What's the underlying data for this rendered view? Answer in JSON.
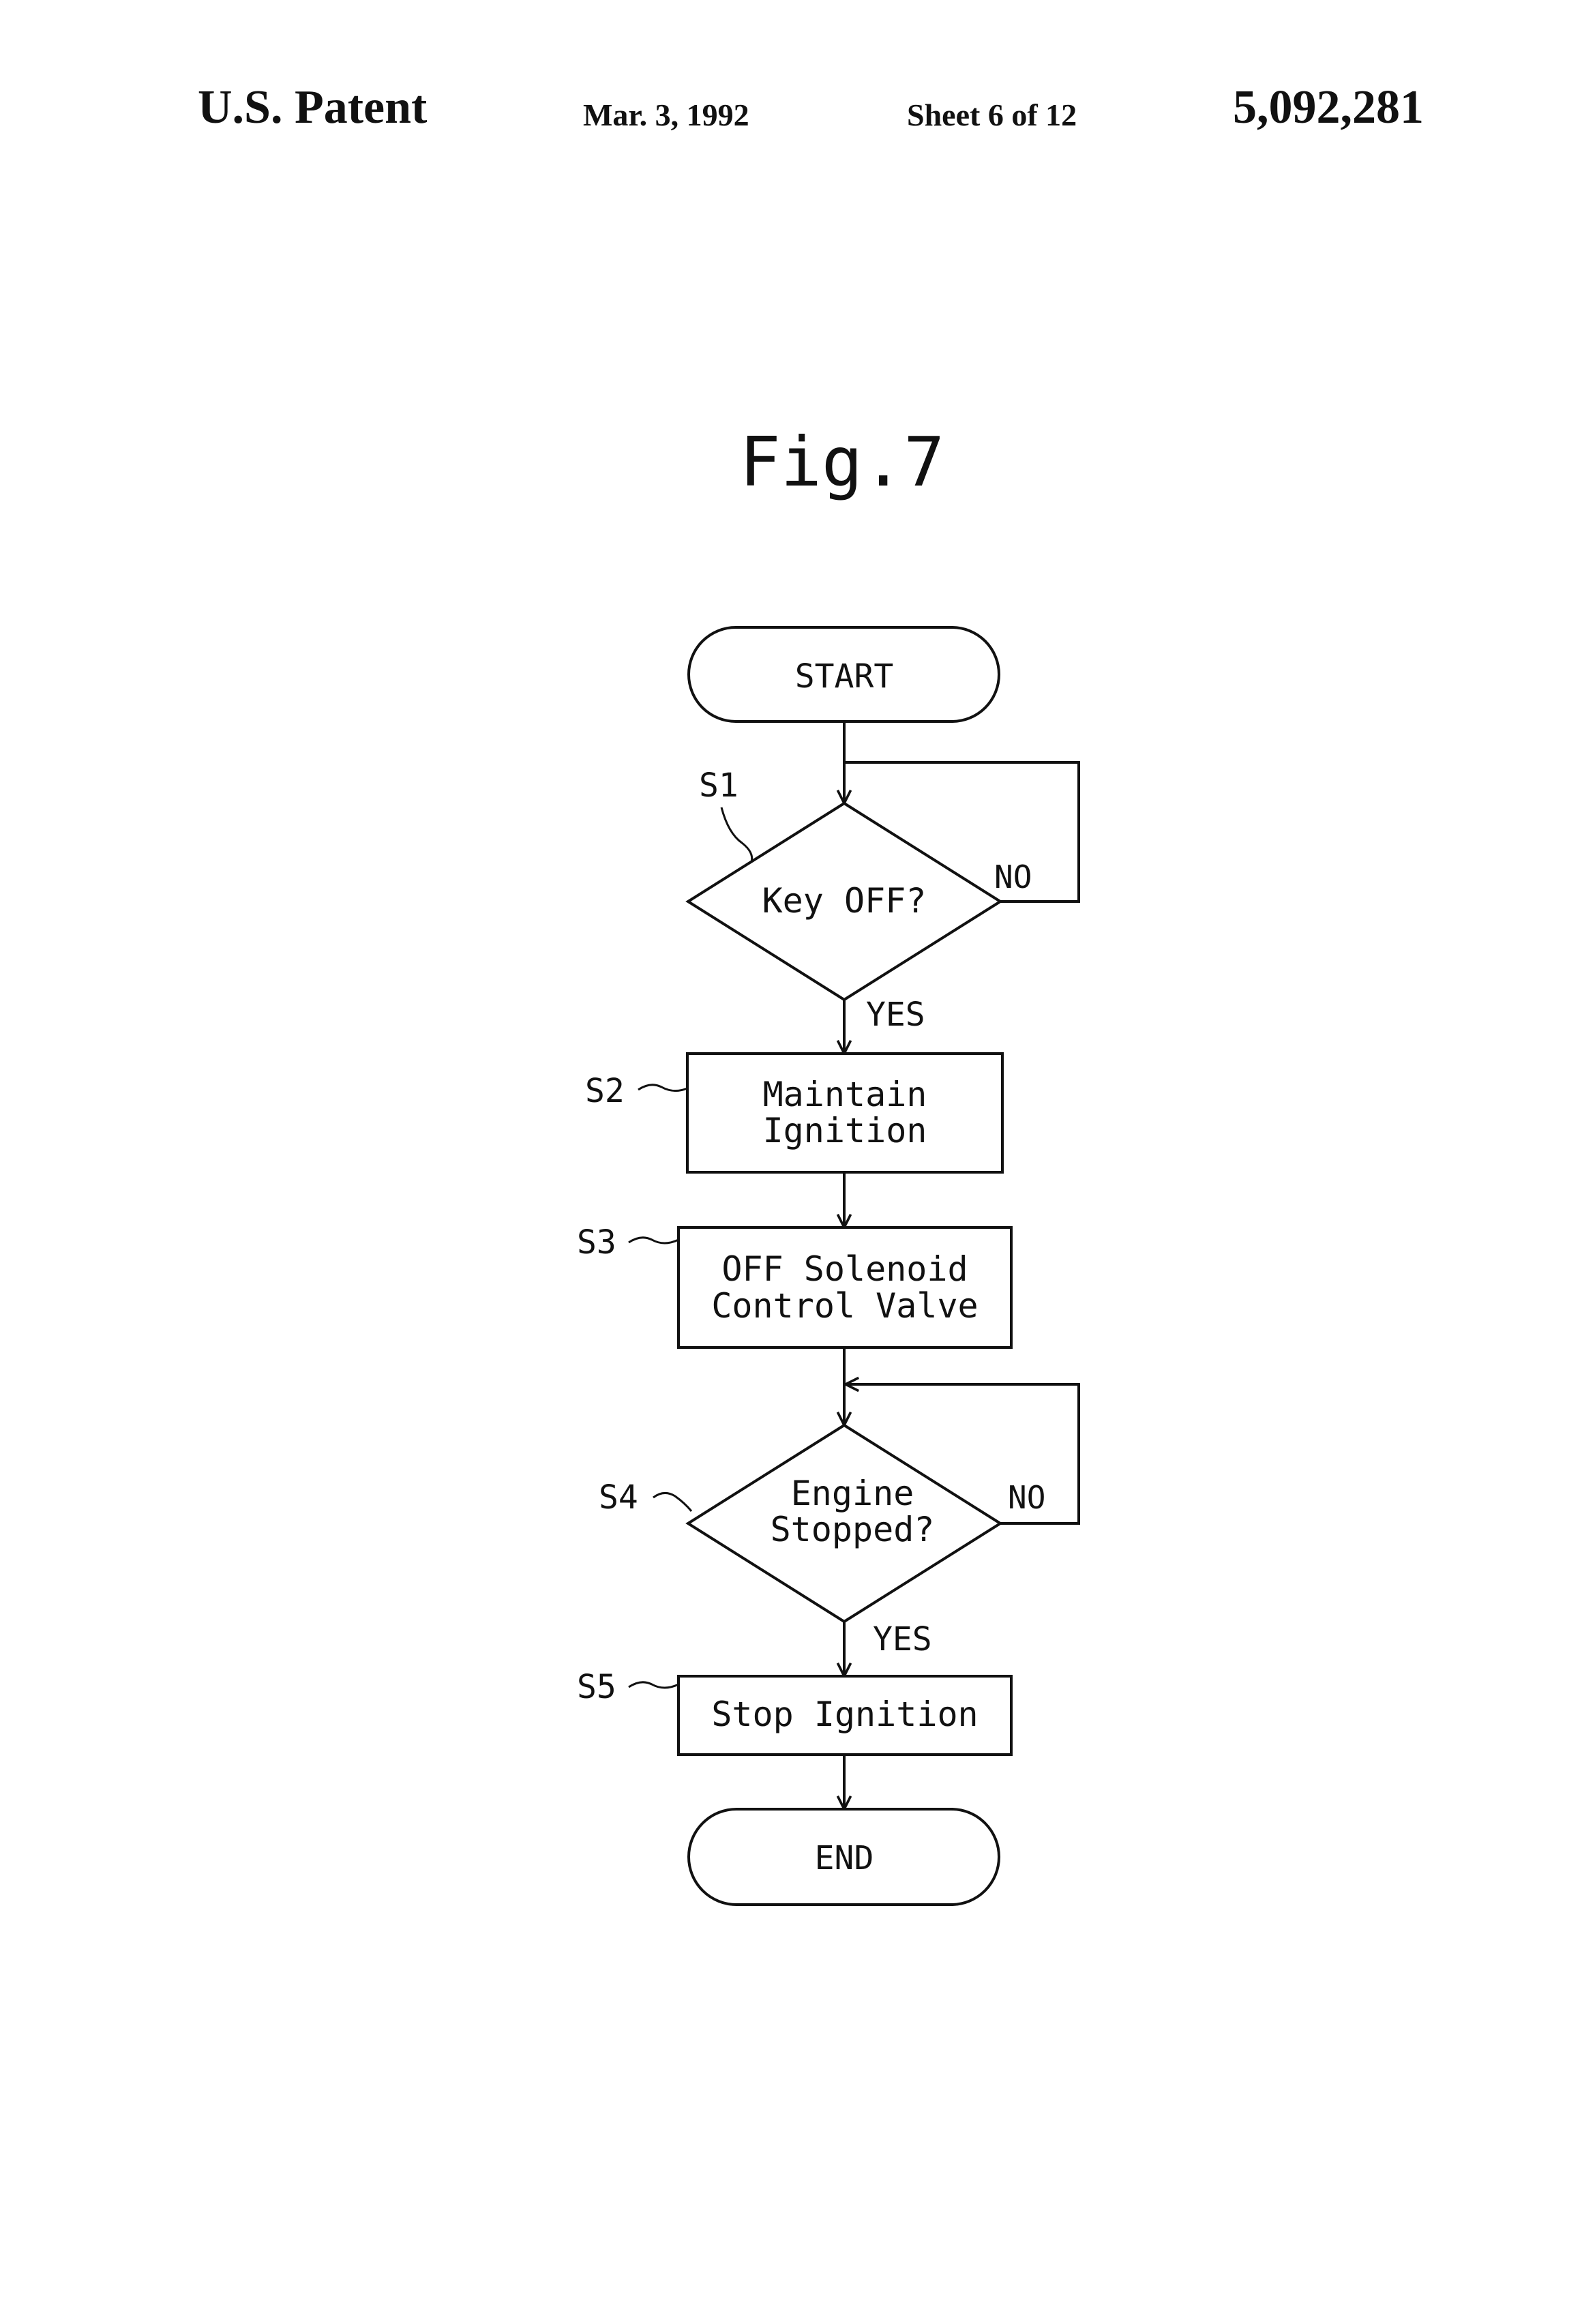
{
  "header": {
    "left": "U.S. Patent",
    "date": "Mar. 3, 1992",
    "sheet": "Sheet 6 of 12",
    "patent_number": "5,092,281"
  },
  "figure": {
    "title": "Fig.7"
  },
  "flowchart": {
    "start": "START",
    "end": "END",
    "steps": {
      "s1": {
        "ref": "S1",
        "lines": [
          "Key OFF?"
        ]
      },
      "s2": {
        "ref": "S2",
        "lines": [
          "Maintain",
          "Ignition"
        ]
      },
      "s3": {
        "ref": "S3",
        "lines": [
          "OFF Solenoid",
          "Control Valve"
        ]
      },
      "s4": {
        "ref": "S4",
        "lines": [
          "Engine",
          "Stopped?"
        ]
      },
      "s5": {
        "ref": "S5",
        "lines": [
          "Stop Ignition"
        ]
      }
    },
    "branch_labels": {
      "s1_no": "NO",
      "s1_yes": "YES",
      "s4_no": "NO",
      "s4_yes": "YES"
    }
  },
  "colors": {
    "ink": "#111111",
    "paper": "#ffffff"
  }
}
